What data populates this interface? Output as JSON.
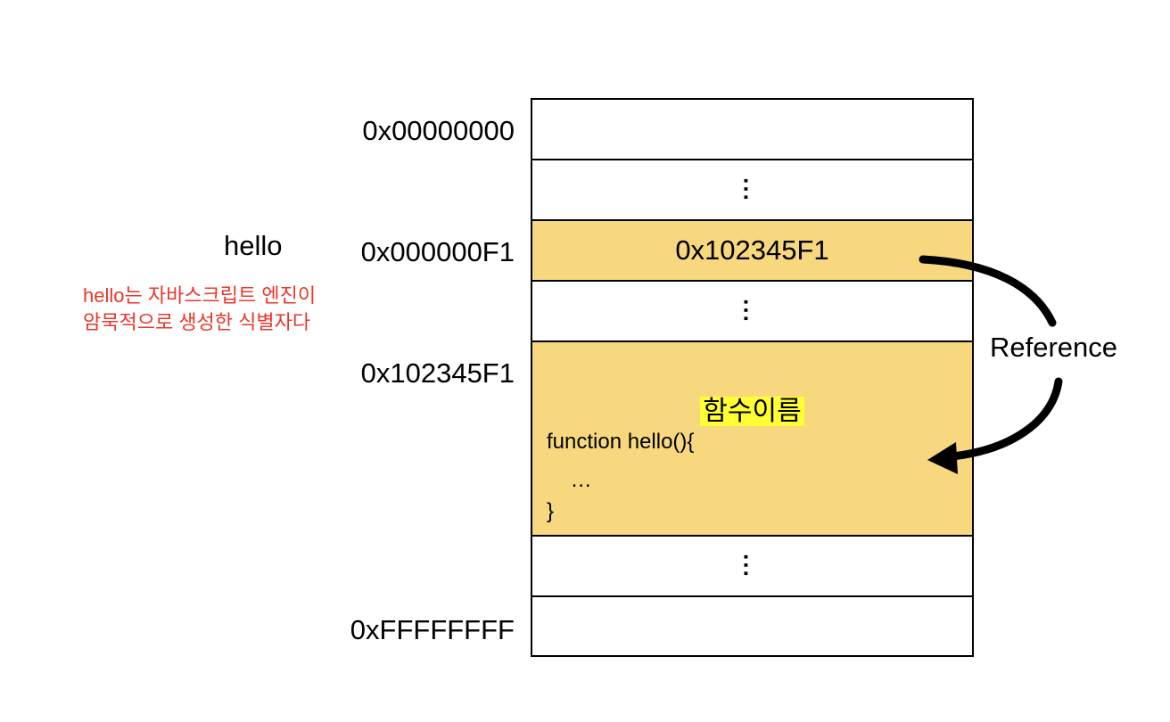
{
  "memory": {
    "addresses": {
      "start": "0x00000000",
      "variable": "0x000000F1",
      "function": "0x102345F1",
      "end": "0xFFFFFFFF"
    },
    "ellipsis": "...",
    "variable_cell_value": "0x102345F1",
    "function_cell": {
      "name_label": "함수이름",
      "code": [
        "function hello(){",
        "    …",
        "}"
      ]
    }
  },
  "identifier": {
    "name": "hello",
    "note_lines": [
      "hello는 자바스크립트 엔진이",
      "암묵적으로 생성한 식별자다"
    ],
    "note_color": "#e8372c"
  },
  "reference_label": "Reference",
  "colors": {
    "highlight_cell": "#f7d87e",
    "name_highlight": "#ffff33"
  }
}
